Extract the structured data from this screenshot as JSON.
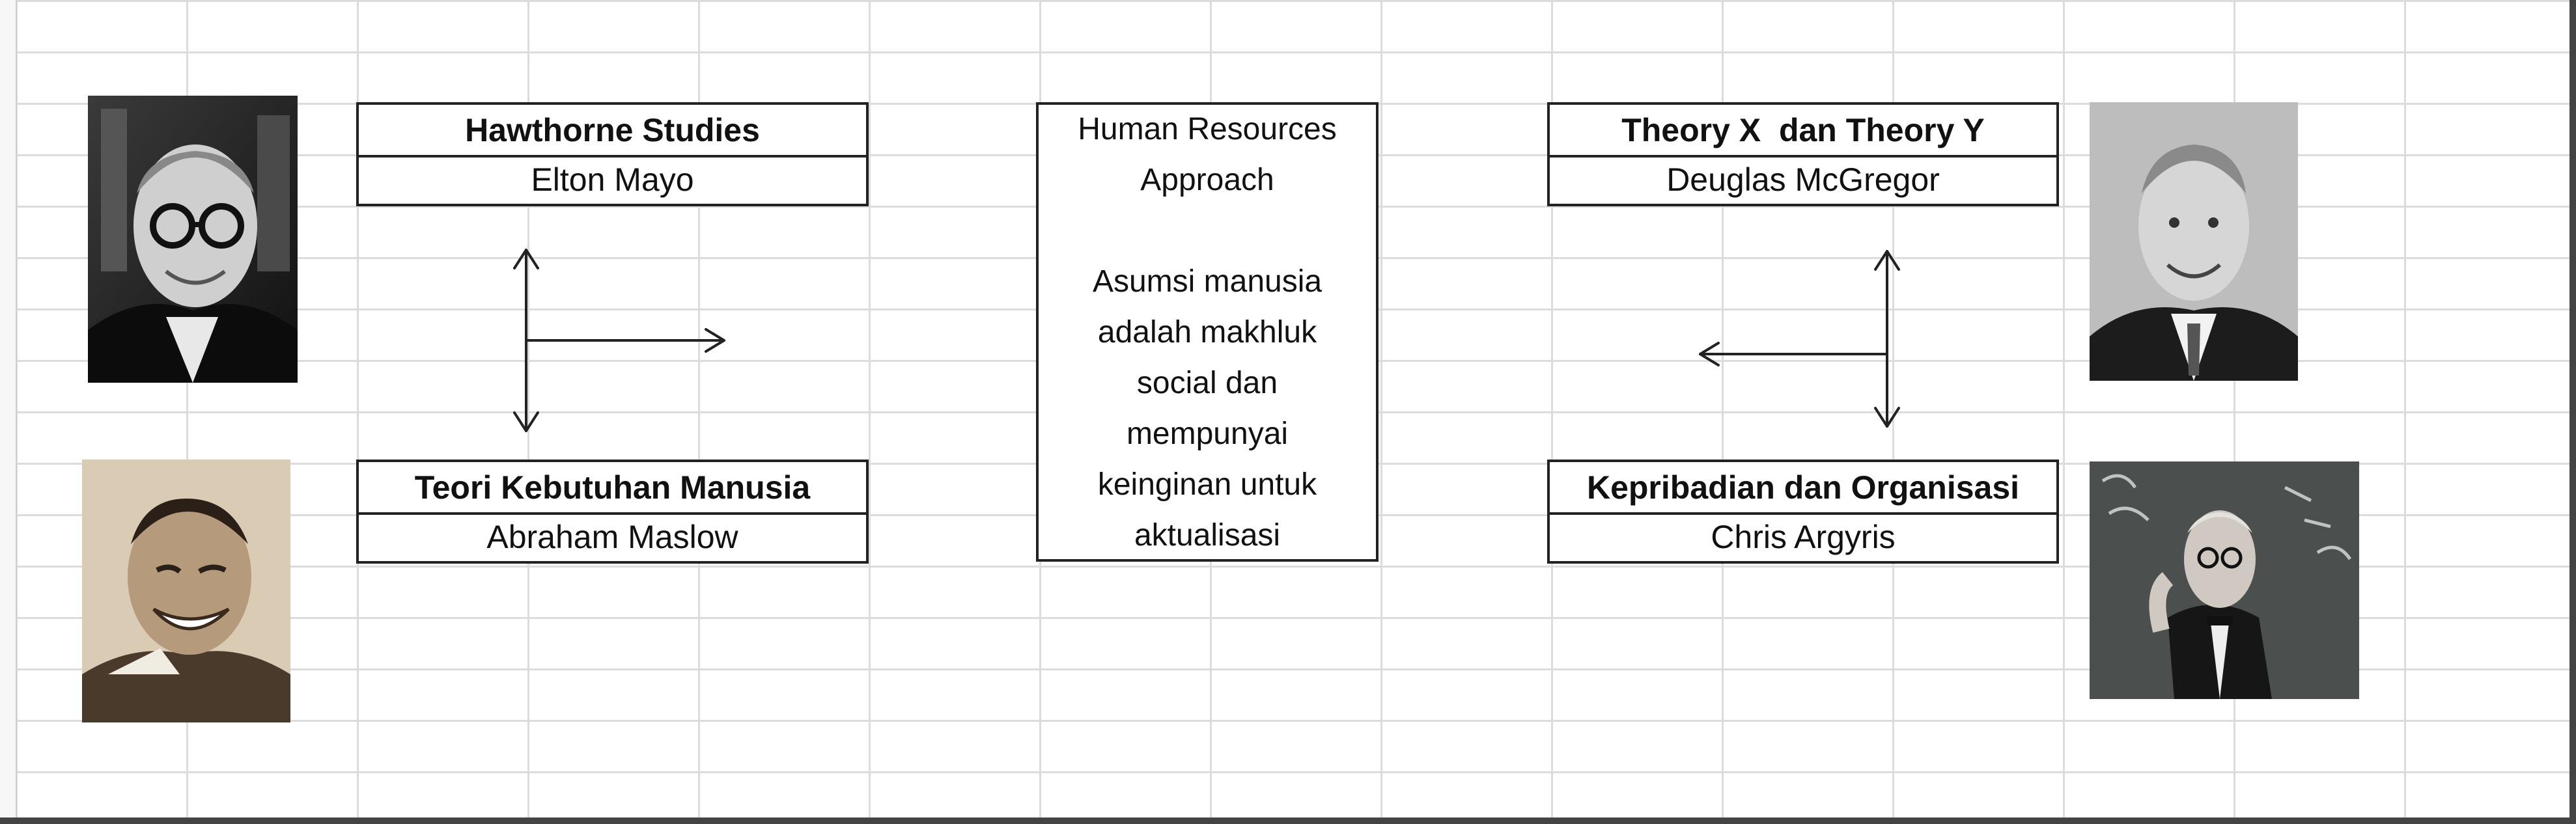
{
  "boxes": {
    "hawthorne": {
      "title": "Hawthorne Studies",
      "name": "Elton Mayo"
    },
    "maslow": {
      "title": "Teori Kebutuhan Manusia",
      "name": "Abraham Maslow"
    },
    "theory_xy": {
      "title": "Theory X  dan Theory Y",
      "name": "Deuglas McGregor"
    },
    "argyris": {
      "title": "Kepribadian dan Organisasi",
      "name": "Chris Argyris"
    }
  },
  "center": {
    "lines": [
      "Human Resources",
      "Approach",
      "",
      "Asumsi manusia",
      "adalah makhluk",
      "social dan",
      "mempunyai",
      "keinginan untuk",
      "aktualisasi"
    ]
  },
  "colors": {
    "line": "#222222",
    "grid": "#dcdcdc"
  }
}
